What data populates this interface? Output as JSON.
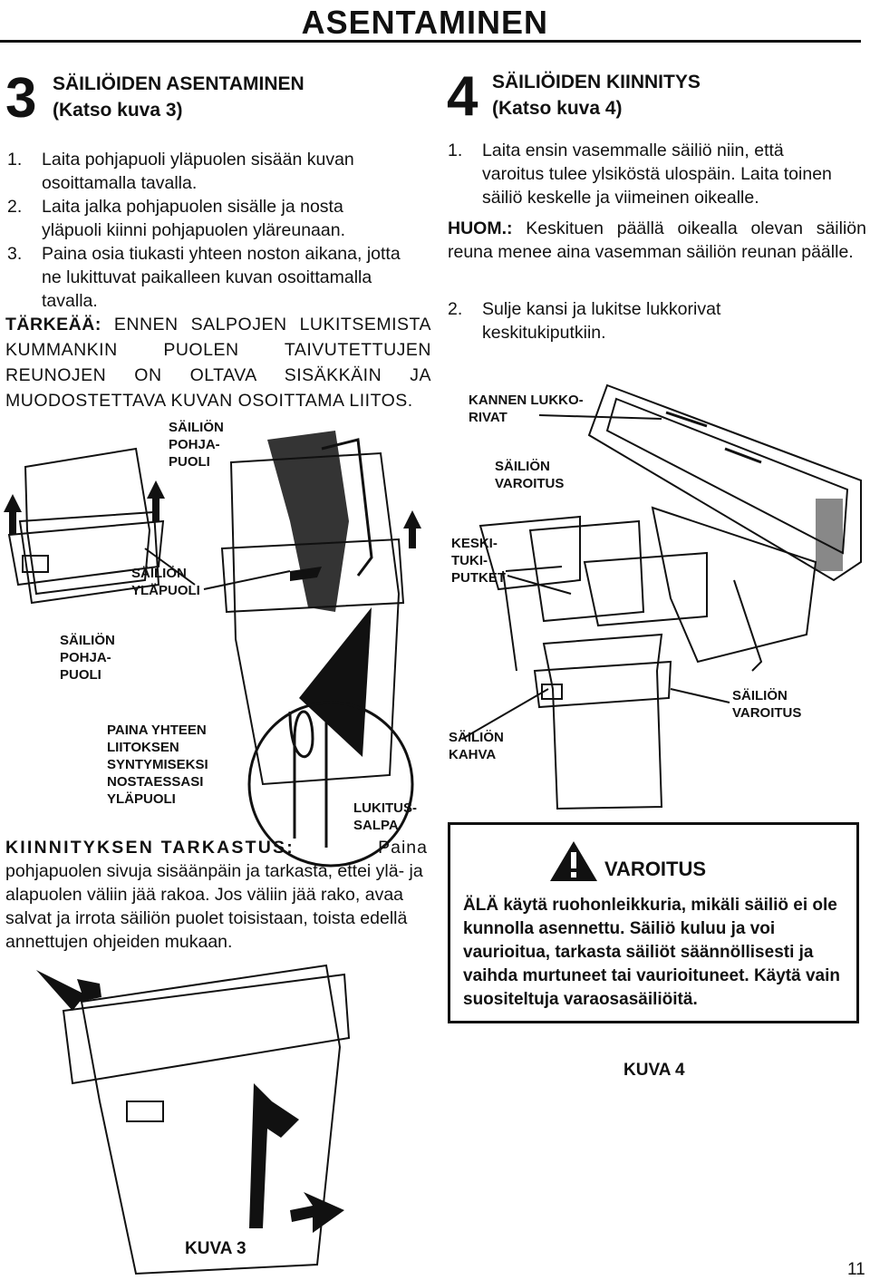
{
  "header": {
    "title": "ASENTAMINEN"
  },
  "section3": {
    "number": "3",
    "heading_line1": "SÄILIÖIDEN ASENTAMINEN",
    "heading_line2": "(Katso kuva 3)",
    "steps": [
      {
        "num": "1.",
        "text": "Laita pohjapuoli yläpuolen sisään kuvan osoittamalla tavalla."
      },
      {
        "num": "2.",
        "text": "Laita jalka pohjapuolen sisälle ja nosta yläpuoli kiinni pohjapuolen yläreunaan."
      },
      {
        "num": "3.",
        "text": "Paina osia tiukasti yhteen noston aikana, jotta ne lukittuvat paikalleen kuvan osoittamalla tavalla."
      }
    ],
    "important_label": "TÄRKEÄÄ:",
    "important_text": "ENNEN SALPOJEN LUKITSEMISTA KUMMANKIN PUOLEN TAIVUTETTUJEN REUNOJEN ON OLTAVA SISÄKKÄIN JA MUODOSTETTAVA KUVAN OSOITTAMA LIITOS."
  },
  "figure3": {
    "label_pohjapuoli_top": [
      "SÄILIÖN",
      "POHJA-",
      "PUOLI"
    ],
    "label_ylapuoli": [
      "SÄILIÖN",
      "YLÄPUOLI"
    ],
    "label_pohjapuoli_left": [
      "SÄILIÖN",
      "POHJA-",
      "PUOLI"
    ],
    "label_paina": [
      "PAINA YHTEEN",
      "LIITOKSEN",
      "SYNTYMISEKSI",
      "NOSTAESSASI",
      "YLÄPUOLI"
    ],
    "label_lukitussalpa": [
      "LUKITUS-",
      "SALPA"
    ],
    "caption": "KUVA 3"
  },
  "check": {
    "label": "KIINNITYKSEN TARKASTUS:",
    "text_first": "Paina",
    "text": "pohjapuolen sivuja sisäänpäin ja tarkasta, ettei ylä- ja alapuolen väliin jää rakoa. Jos väliin jää rako, avaa salvat ja irrota säiliön puolet toisistaan, toista edellä annettujen ohjeiden mukaan."
  },
  "section4": {
    "number": "4",
    "heading_line1": "SÄILIÖIDEN KIINNITYS",
    "heading_line2": "(Katso kuva 4)",
    "step1_num": "1.",
    "step1_text": "Laita ensin vasemmalle säiliö niin, että varoitus tulee ylsiköstä ulospäin. Laita toinen säiliö keskelle ja viimeinen oikealle.",
    "note_label": "HUOM.:",
    "note_text": "Keskituen päällä oikealla olevan säiliön reuna menee aina vasemman säiliön reunan päälle.",
    "step2_num": "2.",
    "step2_text": "Sulje kansi ja lukitse lukkorivat keskitukiputkiin."
  },
  "figure4": {
    "label_kannen": [
      "KANNEN LUKKO-",
      "RIVAT"
    ],
    "label_varoitus_top": [
      "SÄILIÖN",
      "VAROITUS"
    ],
    "label_keskituki": [
      "KESKI-",
      "TUKI-",
      "PUTKET"
    ],
    "label_varoitus_right": [
      "SÄILIÖN",
      "VAROITUS"
    ],
    "label_kahva": [
      "SÄILIÖN",
      "KAHVA"
    ],
    "caption": "KUVA 4"
  },
  "warning": {
    "icon": "warning-triangle-icon",
    "title": "VAROITUS",
    "text": "ÄLÄ käytä ruohonleikkuria, mikäli säiliö ei ole kunnolla asennettu. Säiliö kuluu ja voi vaurioitua, tarkasta säiliöt säännöllisesti ja vaihda murtuneet tai vaurioituneet. Käytä vain suositeltuja varaosasäiliöitä."
  },
  "footer": {
    "page_number": "11"
  }
}
